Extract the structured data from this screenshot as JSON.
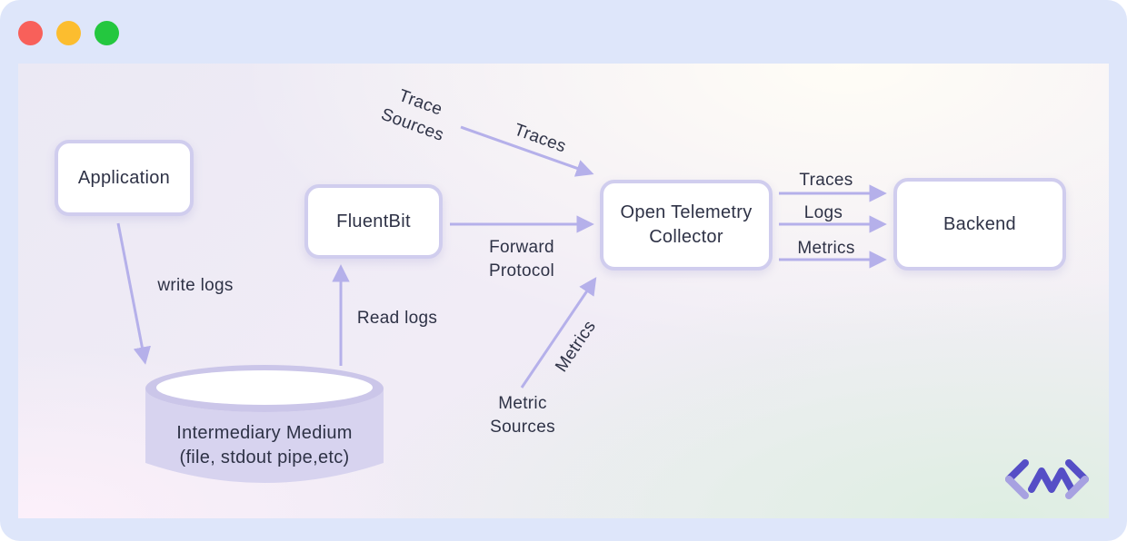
{
  "window": {
    "controls": [
      {
        "name": "close",
        "color": "#f8605a"
      },
      {
        "name": "minimize",
        "color": "#fcbd2f"
      },
      {
        "name": "maximize",
        "color": "#24c73f"
      }
    ]
  },
  "colors": {
    "frame": "#dee6fa",
    "arrow": "#b5b0ea",
    "text": "#2e3246",
    "node_border": "#d0cdee",
    "node_fill": "#ffffff",
    "cylinder_fill": "#d7d3ef",
    "cylinder_rim": "#cbc6e9",
    "logo_dark": "#554ec6",
    "logo_light": "#a7a1e1"
  },
  "nodes": {
    "application": {
      "label": "Application"
    },
    "fluentbit": {
      "label": "FluentBit"
    },
    "collector": {
      "label": "Open Telemetry Collector"
    },
    "backend": {
      "label": "Backend"
    },
    "intermediary": {
      "label": "Intermediary Medium",
      "sublabel": "(file, stdout pipe,etc)"
    }
  },
  "edges": {
    "write_logs": {
      "label": "write logs"
    },
    "read_logs": {
      "label": "Read logs"
    },
    "forward_protocol": {
      "label": "Forward Protocol"
    },
    "trace_sources": {
      "label": "Trace Sources"
    },
    "traces_in": {
      "label": "Traces"
    },
    "metric_sources": {
      "label": "Metric Sources"
    },
    "metrics_in": {
      "label": "Metrics"
    },
    "traces_out": {
      "label": "Traces"
    },
    "logs_out": {
      "label": "Logs"
    },
    "metrics_out": {
      "label": "Metrics"
    }
  },
  "logo": {
    "icon": "code-zigzag-logo"
  }
}
